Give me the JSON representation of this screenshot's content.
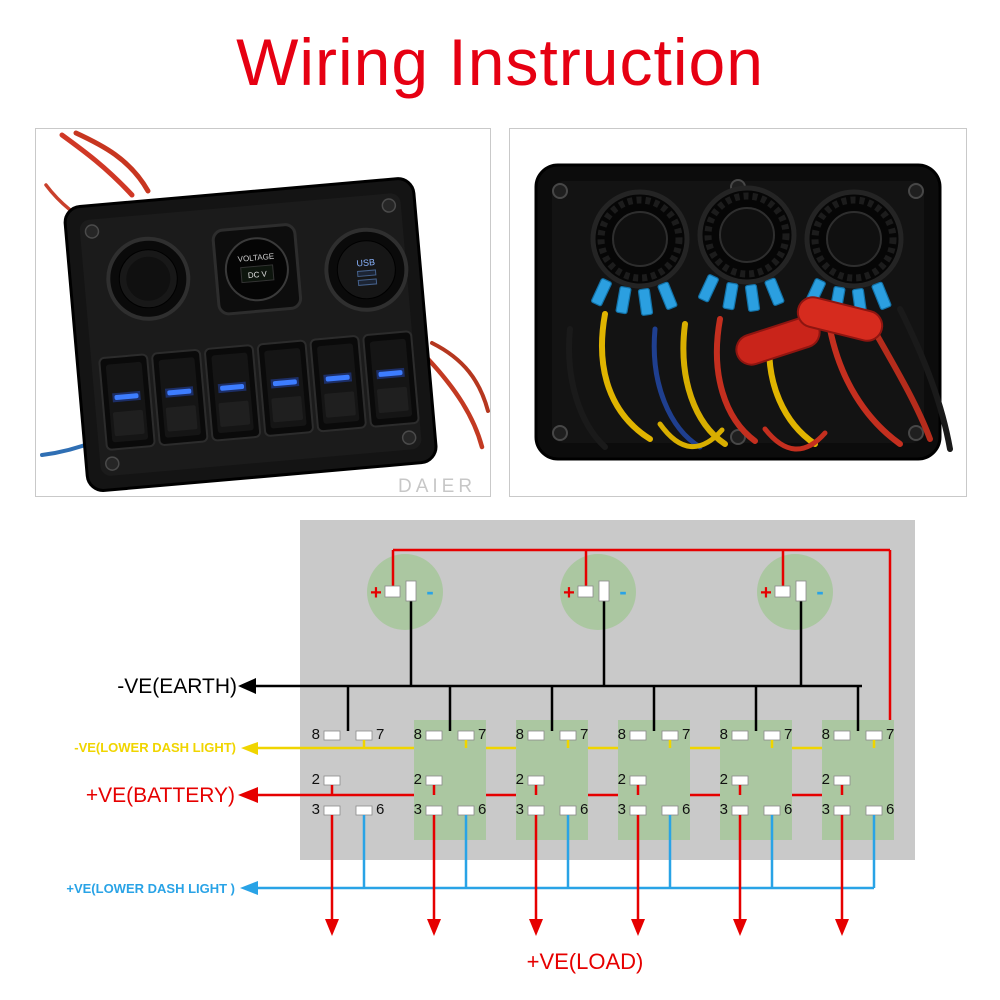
{
  "title": "Wiring Instruction",
  "watermark": "DAIER",
  "front_panel": {
    "voltmeter_label": "VOLTAGE",
    "voltmeter_display": "DC V",
    "usb_label": "USB"
  },
  "diagram": {
    "socket_count": 3,
    "switch_count": 6,
    "labels": {
      "earth": "-VE(EARTH)",
      "lower_dash_negative": "-VE(LOWER DASH LIGHT)",
      "battery": "+VE(BATTERY)",
      "lower_dash_positive": "+VE(LOWER DASH LIGHT )",
      "load": "+VE(LOAD)"
    },
    "socket_terminals": {
      "positive": "+",
      "negative": "-"
    },
    "switch_terminals": {
      "t8": "8",
      "t7": "7",
      "t2": "2",
      "t3": "3",
      "t6": "6"
    }
  },
  "colors": {
    "title_red": "#e60012",
    "diagram_background": "#c9c9c9",
    "component_green": "#abc7a1",
    "wire_black": "#000000",
    "wire_yellow": "#f0d500",
    "wire_red": "#e60000",
    "wire_blue": "#29a3e6"
  }
}
